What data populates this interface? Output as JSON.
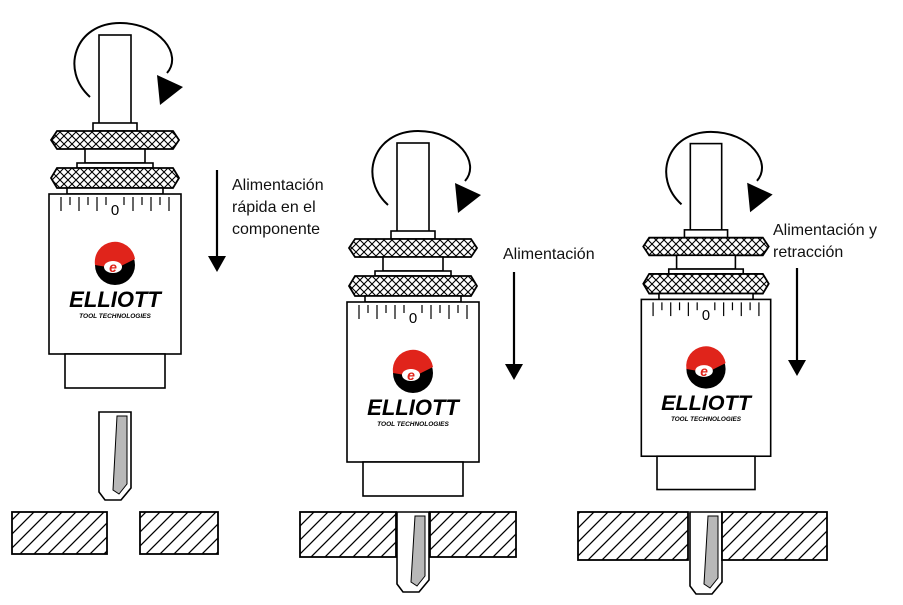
{
  "stages": [
    {
      "caption_lines": [
        "Alimentación",
        "rápida en el",
        "componente"
      ]
    },
    {
      "caption_lines": [
        "Alimentación"
      ]
    },
    {
      "caption_lines": [
        "Alimentación y",
        "retracción"
      ]
    }
  ],
  "brand": {
    "name": "ELLIOTT",
    "tagline": "TOOL TECHNOLOGIES",
    "logo_symbol": "e"
  },
  "scale_zero": "0",
  "colors": {
    "logo_red": "#e0241b",
    "ink": "#000000",
    "paper": "#ffffff",
    "bit_shade": "#b8b8b8"
  },
  "icons": [
    "rotation-arrow-icon",
    "feed-direction-arrow-icon",
    "elliott-logo-icon"
  ]
}
